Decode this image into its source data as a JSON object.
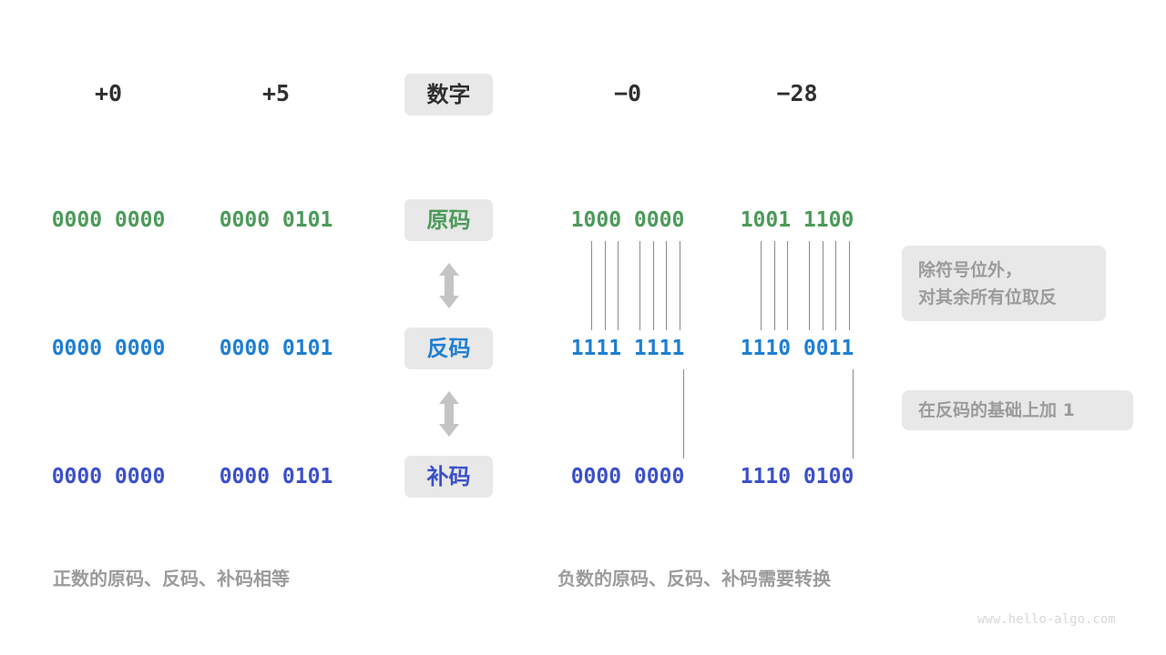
{
  "headers": [
    {
      "label": "+0",
      "type": "plain"
    },
    {
      "label": "+5",
      "type": "plain"
    },
    {
      "label": "数字",
      "type": "chip"
    },
    {
      "label": "−0",
      "type": "plain"
    },
    {
      "label": "−28",
      "type": "plain"
    }
  ],
  "rows": [
    {
      "name": "原码",
      "color": "#4c9a5a",
      "cells": [
        "0000 0000",
        "0000 0101",
        "1000 0000",
        "1001 1100"
      ]
    },
    {
      "name": "反码",
      "color": "#1f7fd0",
      "cells": [
        "0000 0000",
        "0000 0101",
        "1111 1111",
        "1110 0011"
      ]
    },
    {
      "name": "补码",
      "color": "#3b50c8",
      "cells": [
        "0000 0000",
        "0000 0101",
        "0000 0000",
        "1110 0100"
      ]
    }
  ],
  "notes": [
    {
      "id": "invert-note",
      "text": "除符号位外，\n对其余所有位取反"
    },
    {
      "id": "plus-one-note",
      "text": "在反码的基础上加 1"
    }
  ],
  "captions": [
    {
      "id": "positive-caption",
      "text": "正数的原码、反码、补码相等"
    },
    {
      "id": "negative-caption",
      "text": "负数的原码、反码、补码需要转换"
    }
  ],
  "watermark": "www.hello-algo.com",
  "colors": {
    "green": "#4c9a5a",
    "blue": "#1f7fd0",
    "indigo": "#3b50c8",
    "chip_bg": "#e8e8e8",
    "muted": "#9b9b9b",
    "line": "#8c8c8c",
    "text": "#2f2f2f"
  },
  "arrows": [
    {
      "id": "arrow-yuan-to-fan"
    },
    {
      "id": "arrow-fan-to-bu"
    }
  ]
}
